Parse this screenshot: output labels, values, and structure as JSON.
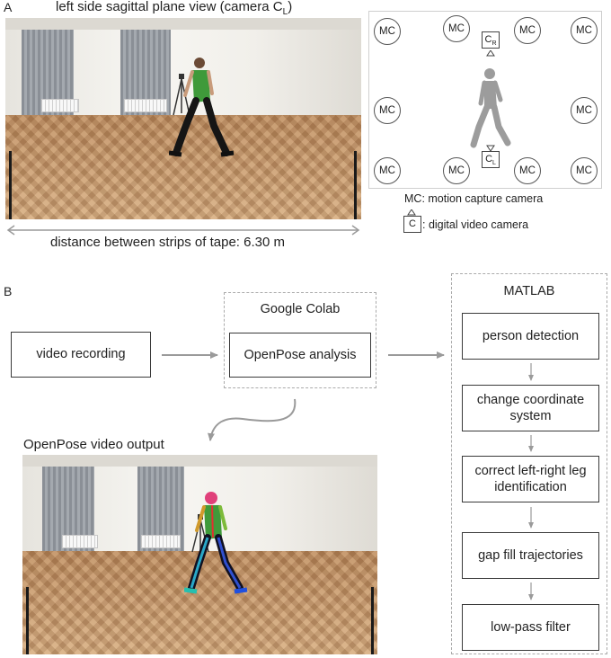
{
  "panelA": {
    "letter": "A",
    "photo_title_prefix": "left side sagittal plane view (camera C",
    "photo_title_sub": "L",
    "photo_title_suffix": ")",
    "distance_label": "distance between strips of tape: 6.30 m",
    "room": {
      "motion_camera_label": "MC",
      "camera_letter": "C",
      "camera_right_sub": "R",
      "camera_left_sub": "L"
    },
    "legend": {
      "mc_text": "MC: motion capture camera",
      "camera_letter": "C",
      "camera_text": ": digital video camera"
    }
  },
  "panelB": {
    "letter": "B",
    "video_recording": "video recording",
    "colab_title": "Google Colab",
    "openpose_analysis": "OpenPose analysis",
    "output_title": "OpenPose video output",
    "matlab_title": "MATLAB",
    "matlab_steps": [
      "person detection",
      "change coordinate system",
      "correct left-right leg identification",
      "gap fill trajectories",
      "low-pass filter"
    ]
  },
  "colors": {
    "arrow": "#9a9a9a",
    "box_border": "#3a3a3a",
    "dashed_border": "#aaaaaa",
    "figure_gray": "#9c9c9c",
    "shirt": "#3f9a3a"
  }
}
